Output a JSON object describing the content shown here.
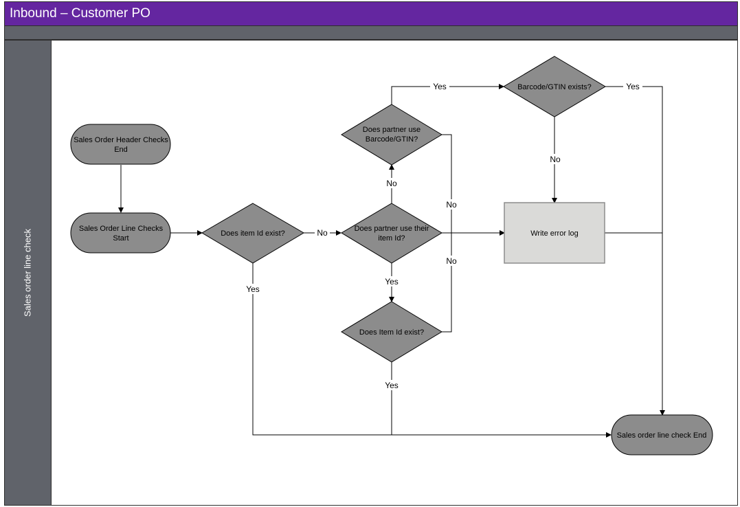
{
  "title": "Inbound – Customer PO",
  "lane_label": "Sales order line check",
  "nodes": {
    "header_end": [
      "Sales Order Header Checks",
      "End"
    ],
    "line_start": [
      "Sales Order Line Checks",
      "Start"
    ],
    "item_id_exist": [
      "Does item Id exist?"
    ],
    "partner_item_id": [
      "Does partner use their",
      "item Id?"
    ],
    "partner_barcode": [
      "Does partner use",
      "Barcode/GTIN?"
    ],
    "barcode_exists": [
      "Barcode/GTIN exists?"
    ],
    "item_id_exist_2": [
      "Does Item Id exist?"
    ],
    "error_log": [
      "Write error log"
    ],
    "line_end": [
      "Sales order line check End"
    ]
  },
  "edge_labels": {
    "item_no": "No",
    "item_yes": "Yes",
    "partner_item_no": "No",
    "partner_item_yes": "Yes",
    "barcode_yes": "Yes",
    "barcode_no": "No",
    "barcode_exists_yes": "Yes",
    "barcode_exists_no": "No",
    "item2_no": "No",
    "item2_yes": "Yes"
  },
  "colors": {
    "title_bg": "#6426a0",
    "lane_bg": "#60636a",
    "shape_fill": "#8c8c8c",
    "box_fill": "#dadad8"
  }
}
